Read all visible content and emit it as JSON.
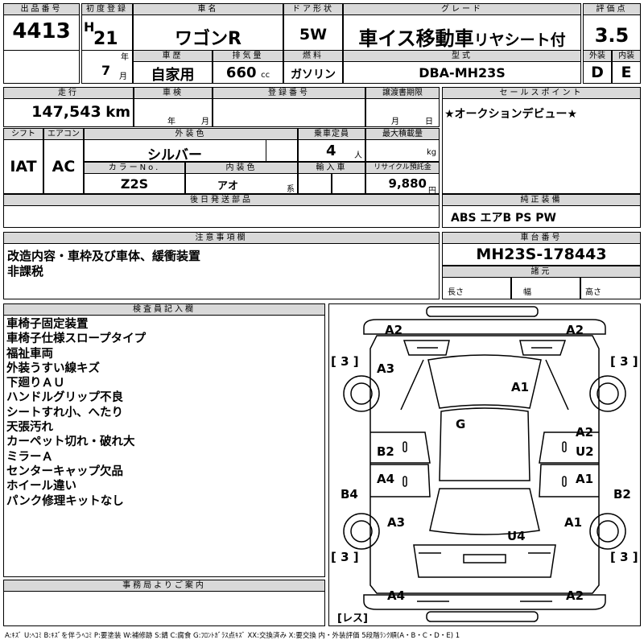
{
  "header": {
    "lot_no_label": "出品番号",
    "lot_no": "4413",
    "first_reg_label": "初度登録",
    "era": "H",
    "year": "21",
    "year_unit": "年",
    "month": "7",
    "month_unit": "月",
    "car_name_label": "車名",
    "car_name": "ワゴンR",
    "door_label": "ドア形状",
    "door": "5W",
    "grade_label": "グレード",
    "grade_main": "車イス移動車",
    "grade_sub": "リヤシート付",
    "score_label": "評価点",
    "score": "3.5",
    "history_label": "車歴",
    "history": "自家用",
    "displacement_label": "排気量",
    "displacement": "660",
    "displacement_unit": "cc",
    "fuel_label": "燃料",
    "fuel": "ガソリン",
    "model_label": "型式",
    "model": "DBA-MH23S",
    "ext_label": "外装",
    "ext_grade": "D",
    "int_label": "内装",
    "int_grade": "E"
  },
  "row2": {
    "mileage_label": "走行",
    "mileage": "147,543",
    "mileage_unit": "km",
    "inspection_label": "車検",
    "inspection_year_unit": "年",
    "inspection_month_unit": "月",
    "reg_no_label": "登録番号",
    "transfer_label": "譲渡書期限",
    "transfer_month_unit": "月",
    "transfer_day_unit": "日",
    "sales_point_label": "セールスポイント",
    "sales_point": "★オークションデビュー★"
  },
  "row3": {
    "shift_label": "シフト",
    "shift": "IAT",
    "ac_label": "エアコン",
    "ac": "AC",
    "color_label": "外装色",
    "color": "シルバー",
    "capacity_label": "乗車定員",
    "capacity": "4",
    "capacity_unit": "人",
    "max_load_label": "最大積載量",
    "max_load_unit": "kg",
    "color_no_label": "カラーNo.",
    "color_no": "Z2S",
    "int_color_label": "内装色",
    "int_color": "アオ",
    "int_color_unit": "系",
    "import_label": "輸入車",
    "recycle_label": "リサイクル預託金",
    "recycle": "9,880",
    "recycle_unit": "円"
  },
  "later_parts_label": "後日発送部品",
  "equipment_label": "純正装備",
  "equipment": "ABS エアB PS PW",
  "notes_label": "注意事項欄",
  "notes": [
    "改造内容・車枠及び車体、緩衝装置",
    "非課税"
  ],
  "chassis_label": "車台番号",
  "chassis": "MH23S-178443",
  "specs_label": "諸元",
  "length_label": "長さ",
  "width_label": "幅",
  "height_label": "高さ",
  "inspector_label": "検査員記入欄",
  "inspector_notes": [
    "車椅子固定装置",
    "車椅子仕様スロープタイプ",
    "福祉車両",
    "外装うすい線キズ",
    "下廻りＡＵ",
    "ハンドルグリップ不良",
    "シートすれ小、へたり",
    "天張汚れ",
    "カーペット切れ・破れ大",
    "ミラーＡ",
    "センターキャップ欠品",
    "ホイール違い",
    "パンク修理キットなし"
  ],
  "office_label": "事務局よりご案内",
  "diagram": {
    "labels": {
      "front_left": "A2",
      "front_right": "A2",
      "fender_left": "A3",
      "hood": "A1",
      "roof": "G",
      "front_door_left": "B2",
      "front_door_right": "A2",
      "front_door_right_b": "U2",
      "rear_door_left": "A4",
      "rear_door_right": "A1",
      "sill_left": "B4",
      "sill_right": "B2",
      "quarter_left": "A3",
      "quarter_right": "A1",
      "back_door": "U4",
      "rear_left": "A4",
      "rear_right": "A2"
    },
    "tire_tl": "[ 3 ]",
    "tire_tr": "[ 3 ]",
    "tire_bl": "[ 3 ]",
    "tire_br": "[ 3 ]",
    "spare": "[レス]"
  },
  "legend": "A:ｷｽﾞ U:ﾍｺﾐ B:ｷｽﾞを伴うﾍｺﾐ P:要塗装 W:補修跡 S:錆 C:腐食 G:ﾌﾛﾝﾄｶﾞﾗｽ点ｷｽﾞ XX:交換済み X:要交換 内・外装評価 5段階ﾗﾝｸ順(A・B・C・D・E) 1",
  "colors": {
    "header_bg": "#d9d9d9",
    "line": "#000000"
  }
}
